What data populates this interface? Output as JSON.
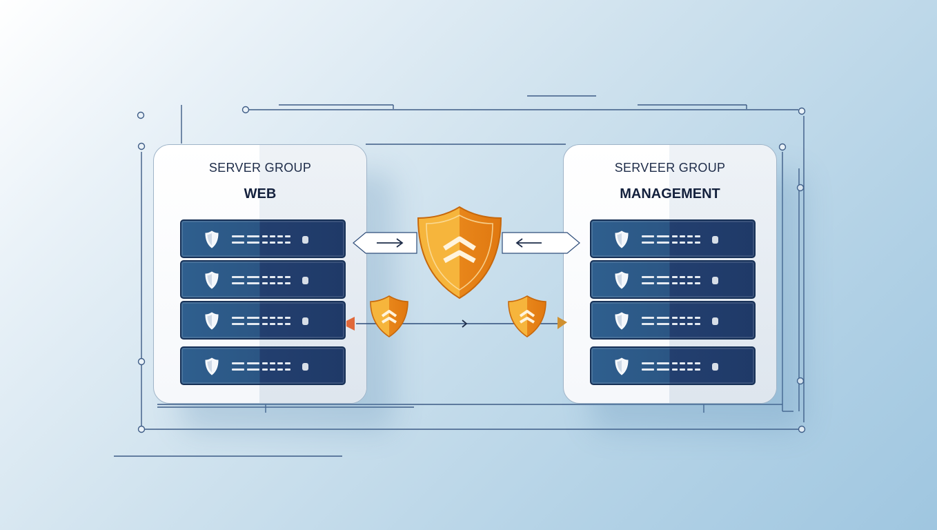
{
  "diagram": {
    "left_group": {
      "label": "SERVER GROUP",
      "name": "WEB"
    },
    "right_group": {
      "label": "SERVEER GROUP",
      "name": "MANAGEMENT"
    },
    "servers_per_group": 4
  },
  "colors": {
    "background": "#cfe2ee",
    "panel": "#ffffff",
    "rack_light": "#2f5f8e",
    "rack_dark": "#1f3a68",
    "firewall_orange": "#f0a030",
    "firewall_dark": "#e07a10",
    "line": "#2e4d7a"
  },
  "icons": [
    "shield-icon",
    "firewall-shield-icon",
    "arrow-right-icon",
    "arrow-left-icon"
  ]
}
